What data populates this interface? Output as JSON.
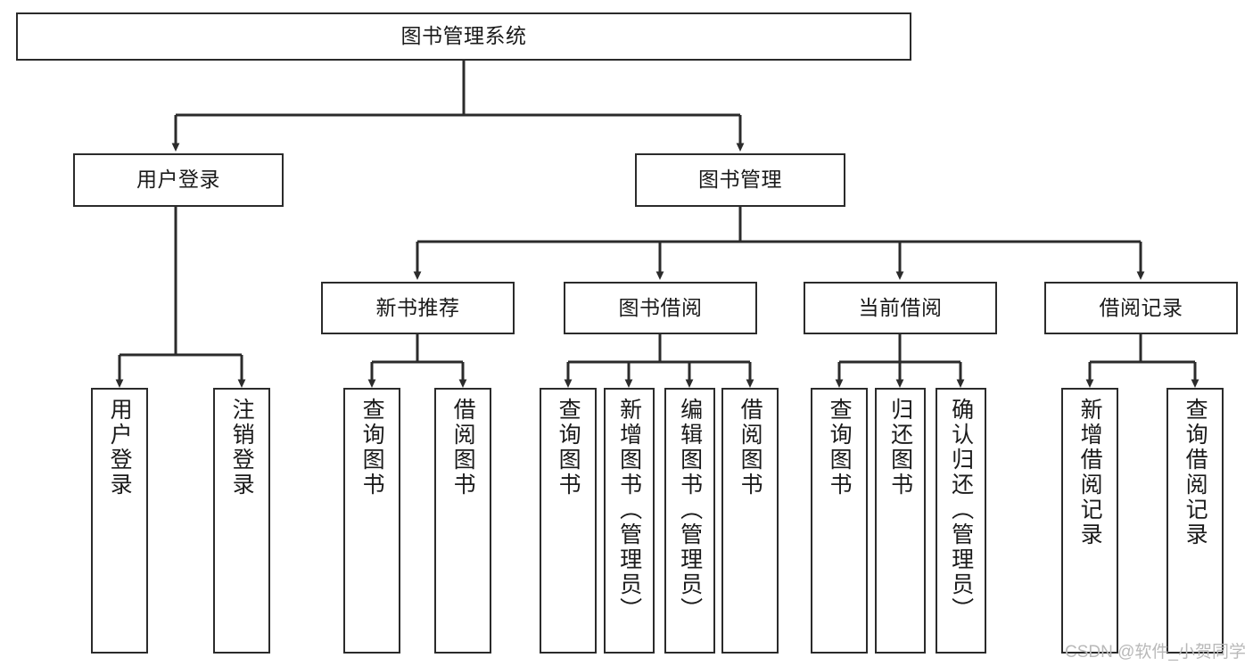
{
  "diagram": {
    "type": "tree-hierarchy",
    "title": "图书管理系统",
    "orientation": "top-down",
    "colors": {
      "stroke": "#2b2b2b",
      "fill": "#ffffff",
      "text": "#1a1a1a",
      "watermark": "#b9b9b9"
    },
    "nodes": {
      "root": {
        "label": "图书管理系统"
      },
      "level1": [
        {
          "id": "user-login",
          "label": "用户登录"
        },
        {
          "id": "book-manage",
          "label": "图书管理"
        }
      ],
      "level2": [
        {
          "id": "new-book-recommend",
          "label": "新书推荐"
        },
        {
          "id": "book-borrow",
          "label": "图书借阅"
        },
        {
          "id": "current-borrow",
          "label": "当前借阅"
        },
        {
          "id": "borrow-record",
          "label": "借阅记录"
        }
      ],
      "leaves": {
        "user-login": [
          {
            "id": "leaf-user-login",
            "label": "用户登录"
          },
          {
            "id": "leaf-logout",
            "label": "注销登录"
          }
        ],
        "new-book-recommend": [
          {
            "id": "leaf-query-book-1",
            "label": "查询图书"
          },
          {
            "id": "leaf-borrow-book-1",
            "label": "借阅图书"
          }
        ],
        "book-borrow": [
          {
            "id": "leaf-query-book-2",
            "label": "查询图书"
          },
          {
            "id": "leaf-add-book",
            "label": "新增图书（管理员）"
          },
          {
            "id": "leaf-edit-book",
            "label": "编辑图书（管理员）"
          },
          {
            "id": "leaf-borrow-book-2",
            "label": "借阅图书"
          }
        ],
        "current-borrow": [
          {
            "id": "leaf-query-book-3",
            "label": "查询图书"
          },
          {
            "id": "leaf-return-book",
            "label": "归还图书"
          },
          {
            "id": "leaf-confirm-return",
            "label": "确认归还（管理员）"
          }
        ],
        "borrow-record": [
          {
            "id": "leaf-add-record",
            "label": "新增借阅记录"
          },
          {
            "id": "leaf-query-record",
            "label": "查询借阅记录"
          }
        ]
      }
    },
    "watermark": "CSDN @软件_小贺同学"
  }
}
